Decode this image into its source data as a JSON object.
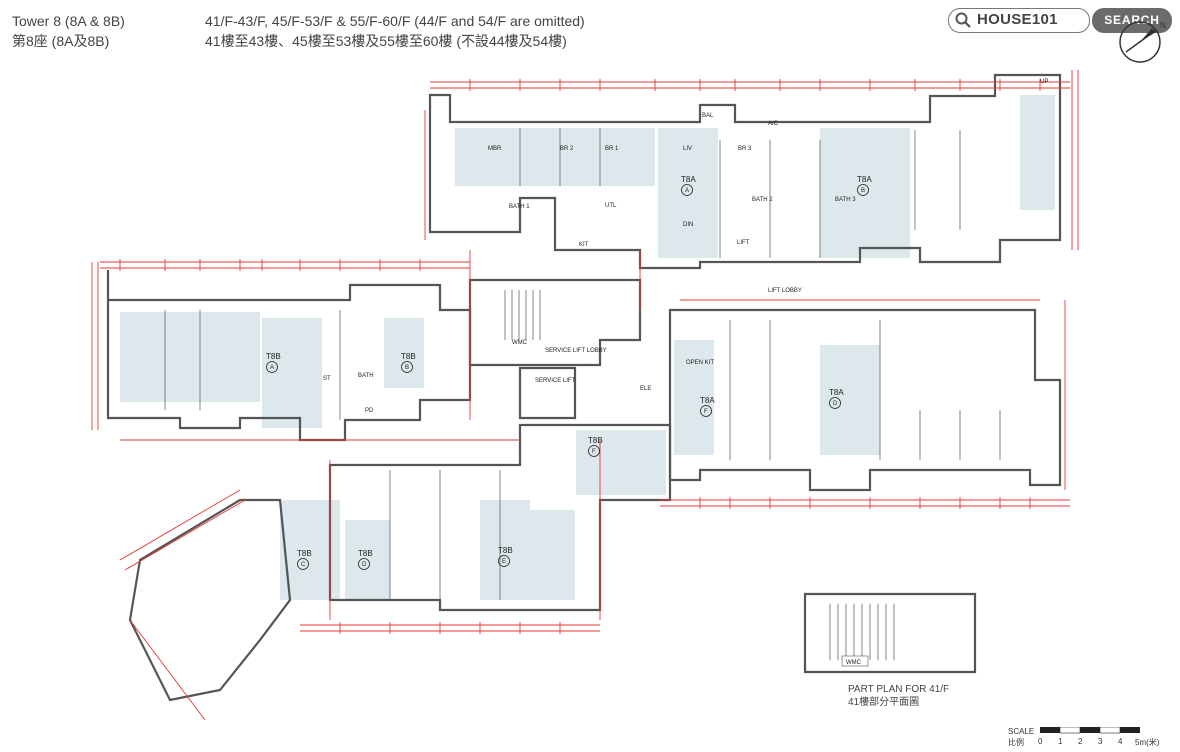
{
  "header": {
    "tower_en": "Tower 8 (8A & 8B)",
    "tower_zh": "第8座 (8A及8B)",
    "floors_en": "41/F-43/F, 45/F-53/F & 55/F-60/F (44/F and 54/F are omitted)",
    "floors_zh": "41樓至43樓、45樓至53樓及55樓至60樓 (不設44樓及54樓)"
  },
  "search": {
    "value": "HOUSE101",
    "button_label": "SEARCH"
  },
  "plan": {
    "units": [
      {
        "tag": "T8A",
        "letter": "A"
      },
      {
        "tag": "T8A",
        "letter": "B"
      },
      {
        "tag": "T8B",
        "letter": "A"
      },
      {
        "tag": "T8B",
        "letter": "B"
      },
      {
        "tag": "T8A",
        "letter": "F"
      },
      {
        "tag": "T8B",
        "letter": "F"
      },
      {
        "tag": "T8A",
        "letter": "D"
      },
      {
        "tag": "T8B",
        "letter": "C"
      },
      {
        "tag": "T8B",
        "letter": "D"
      },
      {
        "tag": "T8B",
        "letter": "E"
      }
    ],
    "room_labels": [
      "MBR",
      "BR 2",
      "BR 1",
      "BR 3",
      "LIV",
      "DIN",
      "KIT",
      "BATH",
      "BAL",
      "UTL",
      "A/C",
      "LIFT",
      "ST",
      "PD",
      "UP",
      "WMC",
      "OPEN KIT",
      "LIFT LOBBY",
      "SERVICE LIFT LOBBY",
      "SERVICE LIFT",
      "ELE",
      "BATH 1",
      "BATH 2",
      "BATH 3"
    ]
  },
  "part_plan": {
    "title_en": "PART PLAN FOR 41/F",
    "title_zh": "41樓部分平面圖",
    "label": "WMC"
  },
  "scale": {
    "label_en": "SCALE",
    "label_zh": "比例",
    "ticks": [
      "0",
      "1",
      "2",
      "3",
      "4",
      "5m(米)"
    ]
  },
  "colors": {
    "room_fill": "#dde8ec",
    "dimension_red": "#e53935",
    "wall": "#555555",
    "button": "#6b6b6b"
  }
}
